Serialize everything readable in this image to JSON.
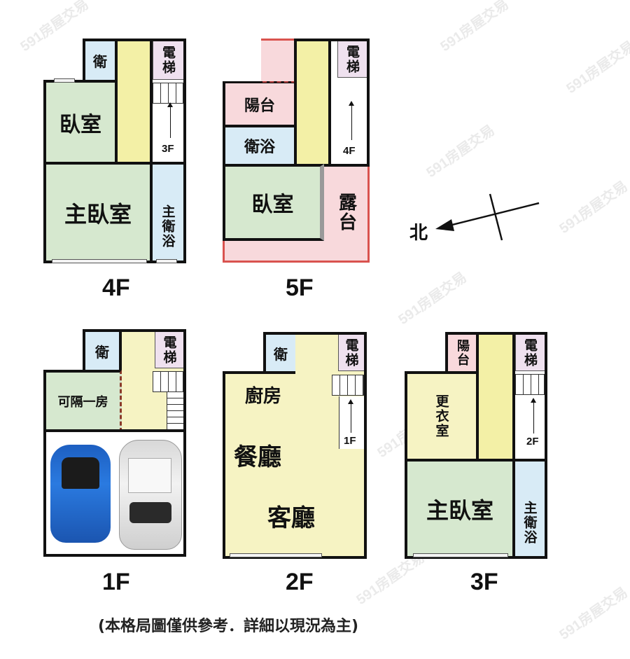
{
  "watermark": "591房屋交易",
  "compass": {
    "label": "北",
    "icon": "north-arrow-icon"
  },
  "disclaimer": "(本格局圖僅供參考．詳細以現況為主)",
  "floors": {
    "f4": {
      "label": "4F",
      "stair_label": "3F",
      "rooms": {
        "bath": "衛",
        "elevator": "電梯",
        "bedroom": "臥室",
        "master_bedroom": "主臥室",
        "master_bath": "主衛浴"
      }
    },
    "f5": {
      "label": "5F",
      "stair_label": "4F",
      "rooms": {
        "balcony": "陽台",
        "bathroom": "衛浴",
        "elevator": "電梯",
        "bedroom": "臥室",
        "terrace": "露台"
      }
    },
    "f1": {
      "label": "1F",
      "rooms": {
        "bath": "衛",
        "elevator": "電梯",
        "optional_room": "可隔一房",
        "garage": "車庫"
      }
    },
    "f2": {
      "label": "2F",
      "stair_label": "1F",
      "rooms": {
        "bath": "衛",
        "elevator": "電梯",
        "kitchen": "廚房",
        "dining": "餐廳",
        "living": "客廳"
      }
    },
    "f3": {
      "label": "3F",
      "stair_label": "2F",
      "rooms": {
        "balcony": "陽台",
        "elevator": "電梯",
        "walk_in_closet": "更衣室",
        "master_bedroom": "主臥室",
        "master_bath": "主衛浴"
      }
    }
  },
  "colors": {
    "bedroom": "#d6e8cf",
    "bath": "#d8ebf6",
    "stair_hall": "#f3f0a6",
    "balcony": "#f8d9dc",
    "elevator": "#efe1ef",
    "outline_5f": "#d9534f"
  }
}
